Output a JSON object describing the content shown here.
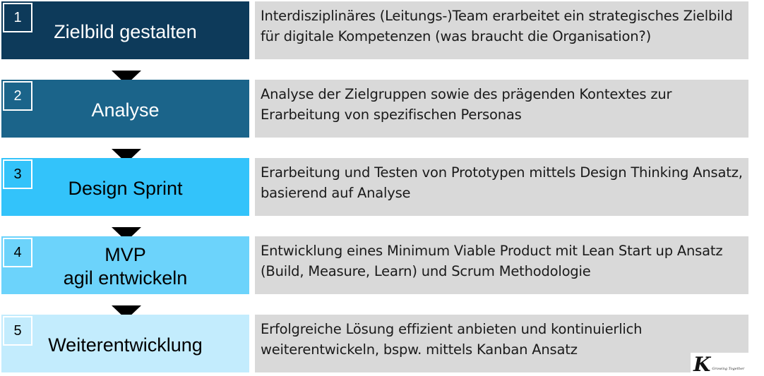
{
  "steps": [
    {
      "number": "1",
      "title": [
        "Zielbild gestalten"
      ],
      "description": "Interdisziplinäres (Leitungs-)Team erarbeitet ein strategisches Zielbild für digitale Kompetenzen (was braucht die Organisation?)",
      "color": "#0d3a5a",
      "text_color": "#ffffff"
    },
    {
      "number": "2",
      "title": [
        "Analyse"
      ],
      "description": "Analyse der Zielgruppen sowie des prägenden Kontextes zur Erarbeitung von spezifischen Personas",
      "color": "#1b648a",
      "text_color": "#ffffff"
    },
    {
      "number": "3",
      "title": [
        "Design Sprint"
      ],
      "description": "Erarbeitung und Testen von Prototypen mittels Design Thinking Ansatz, basierend auf Analyse",
      "color": "#33c3fa",
      "text_color": "#000000"
    },
    {
      "number": "4",
      "title": [
        "MVP",
        "agil entwickeln"
      ],
      "description": "Entwicklung eines Minimum Viable Product mit Lean Start up Ansatz (Build, Measure, Learn) und Scrum Methodologie",
      "color": "#6cd3fb",
      "text_color": "#000000"
    },
    {
      "number": "5",
      "title": [
        "Weiterentwicklung"
      ],
      "description": "Erfolgreiche Lösung effizient anbieten und kontinuierlich weiterentwickeln, bspw. mittels Kanban Ansatz",
      "color": "#c3ecfd",
      "text_color": "#000000"
    }
  ],
  "logo": {
    "letter": "K",
    "tagline": "Growing Together"
  }
}
